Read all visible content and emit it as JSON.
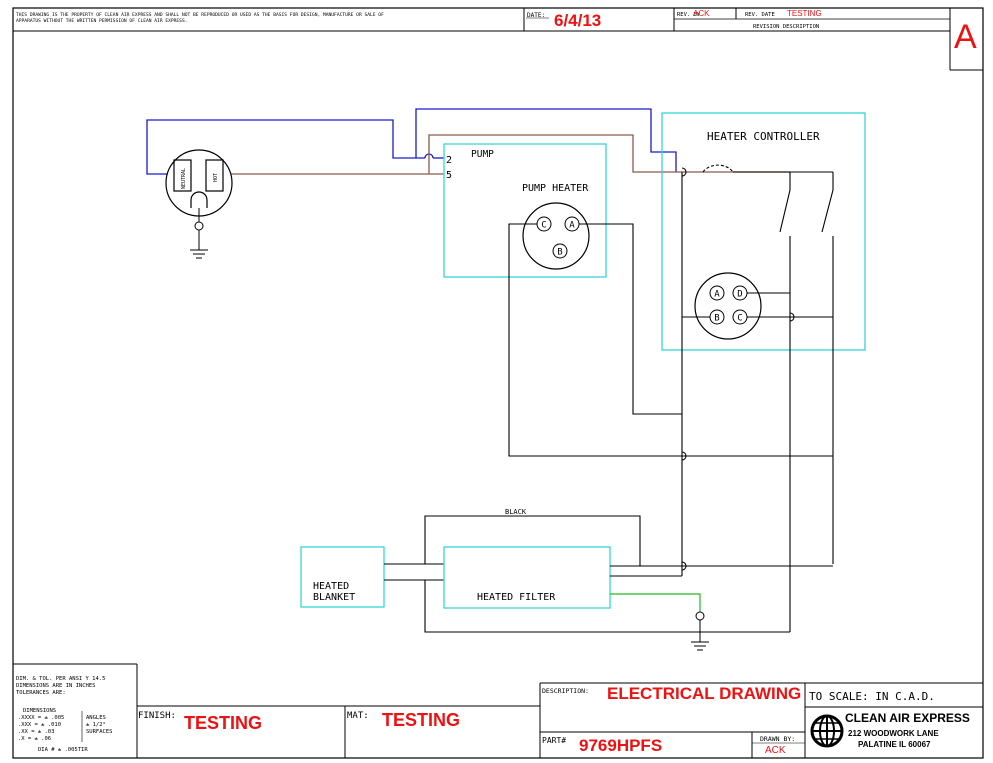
{
  "header": {
    "notice": "THIS DRAWING IS THE PROPERTY OF CLEAN AIR EXPRESS AND SHALL NOT BE REPRODUCED OR USED AS THE BASIS FOR DESIGN, MANUFACTURE OR SALE OF APPARATUS WITHOUT THE WRITTEN PERMISSION OF CLEAN AIR EXPRESS.",
    "notice_line1": "THIS DRAWING IS THE PROPERTY OF CLEAN AIR EXPRESS AND SHALL NOT BE REPRODUCED OR USED AS THE BASIS FOR DESIGN, MANUFACTURE OR SALE OF",
    "notice_line2": "APPARATUS WITHOUT THE WRITTEN PERMISSION OF CLEAN AIR EXPRESS.",
    "date_label": "DATE:",
    "date_value": "6/4/13",
    "rev_by_label": "REV. BY",
    "rev_by_value": "ACK",
    "rev_date_label": "REV. DATE",
    "rev_date_value": "TESTING",
    "revision_description_label": "REVISION DESCRIPTION",
    "revision_letter": "A"
  },
  "diagram": {
    "outlet_neutral": "NEUTRAL",
    "outlet_hot": "HOT",
    "pump_label": "PUMP",
    "pump_terminal_2": "2",
    "pump_terminal_5": "5",
    "pump_heater_label": "PUMP HEATER",
    "pump_heater_pins": [
      "C",
      "A",
      "B"
    ],
    "heater_controller_label": "HEATER CONTROLLER",
    "controller_pins": [
      "A",
      "D",
      "B",
      "C"
    ],
    "black_label": "BLACK",
    "heated_blanket_line1": "HEATED",
    "heated_blanket_line2": "BLANKET",
    "heated_filter_label": "HEATED FILTER"
  },
  "title_block": {
    "tolerance_lines": [
      "DIM. & TOL. PER ANSI Y 14.5",
      "DIMENSIONS ARE IN INCHES",
      "TOLERANCES ARE:"
    ],
    "dimensions_label": "DIMENSIONS",
    "dim_lines": [
      ".XXXX = ± .005",
      ".XXX = ± .010",
      ".XX = ± .03",
      ".X = ± .06"
    ],
    "angles_label": "ANGLES",
    "angles_value": "± 1/2°",
    "surfaces_label": "SURFACES",
    "dia_line": "DIA # ± .005TIR",
    "finish_label": "FINISH:",
    "finish_value": "TESTING",
    "mat_label": "MAT:",
    "mat_value": "TESTING",
    "description_label": "DESCRIPTION:",
    "description_value": "ELECTRICAL DRAWING",
    "scale_text": "TO SCALE: IN C.A.D.",
    "part_label": "PART#",
    "part_value": "9769HPFS",
    "drawn_by_label": "DRAWN BY:",
    "drawn_by_value": "ACK",
    "company_name": "CLEAN AIR EXPRESS",
    "company_address1": "212 WOODWORK LANE",
    "company_address2": "PALATINE IL 60067"
  },
  "colors": {
    "wire_black": "#000000",
    "wire_blue": "#1a1acc",
    "wire_brown": "#8b5a4a",
    "wire_green": "#22bb22",
    "box_cyan": "#35d6d6",
    "accent_red": "#ee1111"
  }
}
